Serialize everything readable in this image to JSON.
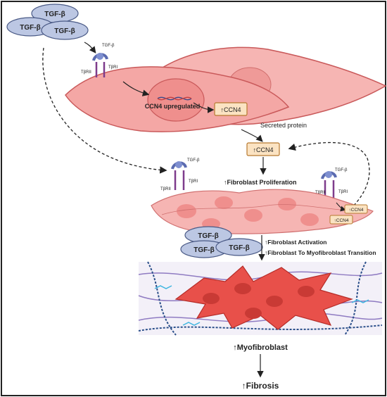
{
  "ligand": {
    "tgf": "TGF-β"
  },
  "receptor": {
    "type1": "TβRI",
    "type2": "TβRII"
  },
  "nucleus_label": "CCN4 upregulated",
  "ccn4_box": "↑CCN4",
  "secreted": "Secreted protein",
  "steps": {
    "proliferation": "↑Fibroblast Proliferation",
    "activation": "↑Fibroblast Activation",
    "transition": "↑Fibroblast To Myofibroblast Transition",
    "myofibroblast": "↑Myofibroblast",
    "fibrosis": "↑Fibrosis"
  },
  "colors": {
    "ligand_fill": "#bcc7e3",
    "ligand_stroke": "#4a5a86",
    "cell_fill": "#f4a7a5",
    "cell_stroke": "#c9595a",
    "nucleus_fill": "#ef8f8d",
    "box_fill": "#fbe3c2",
    "box_stroke": "#b7792f",
    "myo_fill": "#e8504a",
    "ecm_purple": "#8f7bc2",
    "ecm_blue": "#2b4f8a",
    "ecm_cyan": "#3fb6e0"
  }
}
